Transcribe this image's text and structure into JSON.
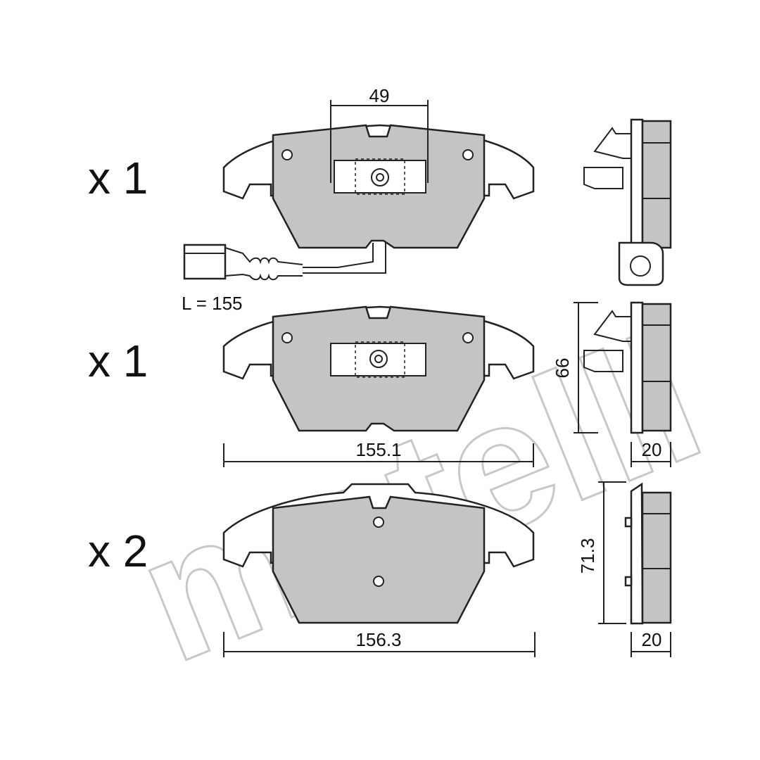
{
  "watermark": "metelli",
  "pads": [
    {
      "quantity": "x 1",
      "dimension_top": "49",
      "sensor_length": "L = 155"
    },
    {
      "quantity": "x 1",
      "dimension_width": "155.1",
      "dimension_height": "66",
      "dimension_thickness": "20"
    },
    {
      "quantity": "x 2",
      "dimension_width": "156.3",
      "dimension_height": "71.3",
      "dimension_thickness": "20"
    }
  ],
  "colors": {
    "pad_fill": "#c4c4c4",
    "line": "#222222",
    "watermark": "#c8c8c8"
  }
}
